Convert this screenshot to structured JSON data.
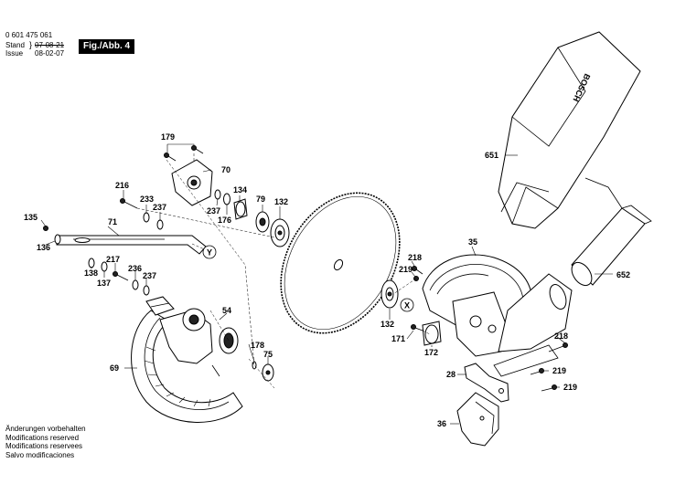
{
  "header": {
    "doc_number": "0 601 475 061",
    "stand_label": "Stand",
    "stand_date": "07-08-21",
    "issue_label": "Issue",
    "issue_date": "08-02-07",
    "figure_badge": "Fig./Abb. 4"
  },
  "brand_on_part": "BOSCH",
  "footer_notes": [
    "Änderungen vorbehalten",
    "Modifications reserved",
    "Modifications reservees",
    "Salvo modificaciones"
  ],
  "part_labels": {
    "p179": "179",
    "p70": "70",
    "p216": "216",
    "p233": "233",
    "p134": "134",
    "p79": "79",
    "p132a": "132",
    "p237a": "237",
    "p176": "176",
    "p135": "135",
    "p71": "71",
    "p136": "136",
    "p138": "138",
    "p217": "217",
    "p236": "236",
    "p237b": "237",
    "p137": "137",
    "p54": "54",
    "p178": "178",
    "p75": "75",
    "p69": "69",
    "p651": "651",
    "p35": "35",
    "p218a": "218",
    "p219a": "219",
    "p652": "652",
    "p132b": "132",
    "p171": "171",
    "p172": "172",
    "p218b": "218",
    "p28": "28",
    "p219b": "219",
    "p219c": "219",
    "p36": "36"
  },
  "callout_letters": {
    "x": "X",
    "y": "Y"
  }
}
